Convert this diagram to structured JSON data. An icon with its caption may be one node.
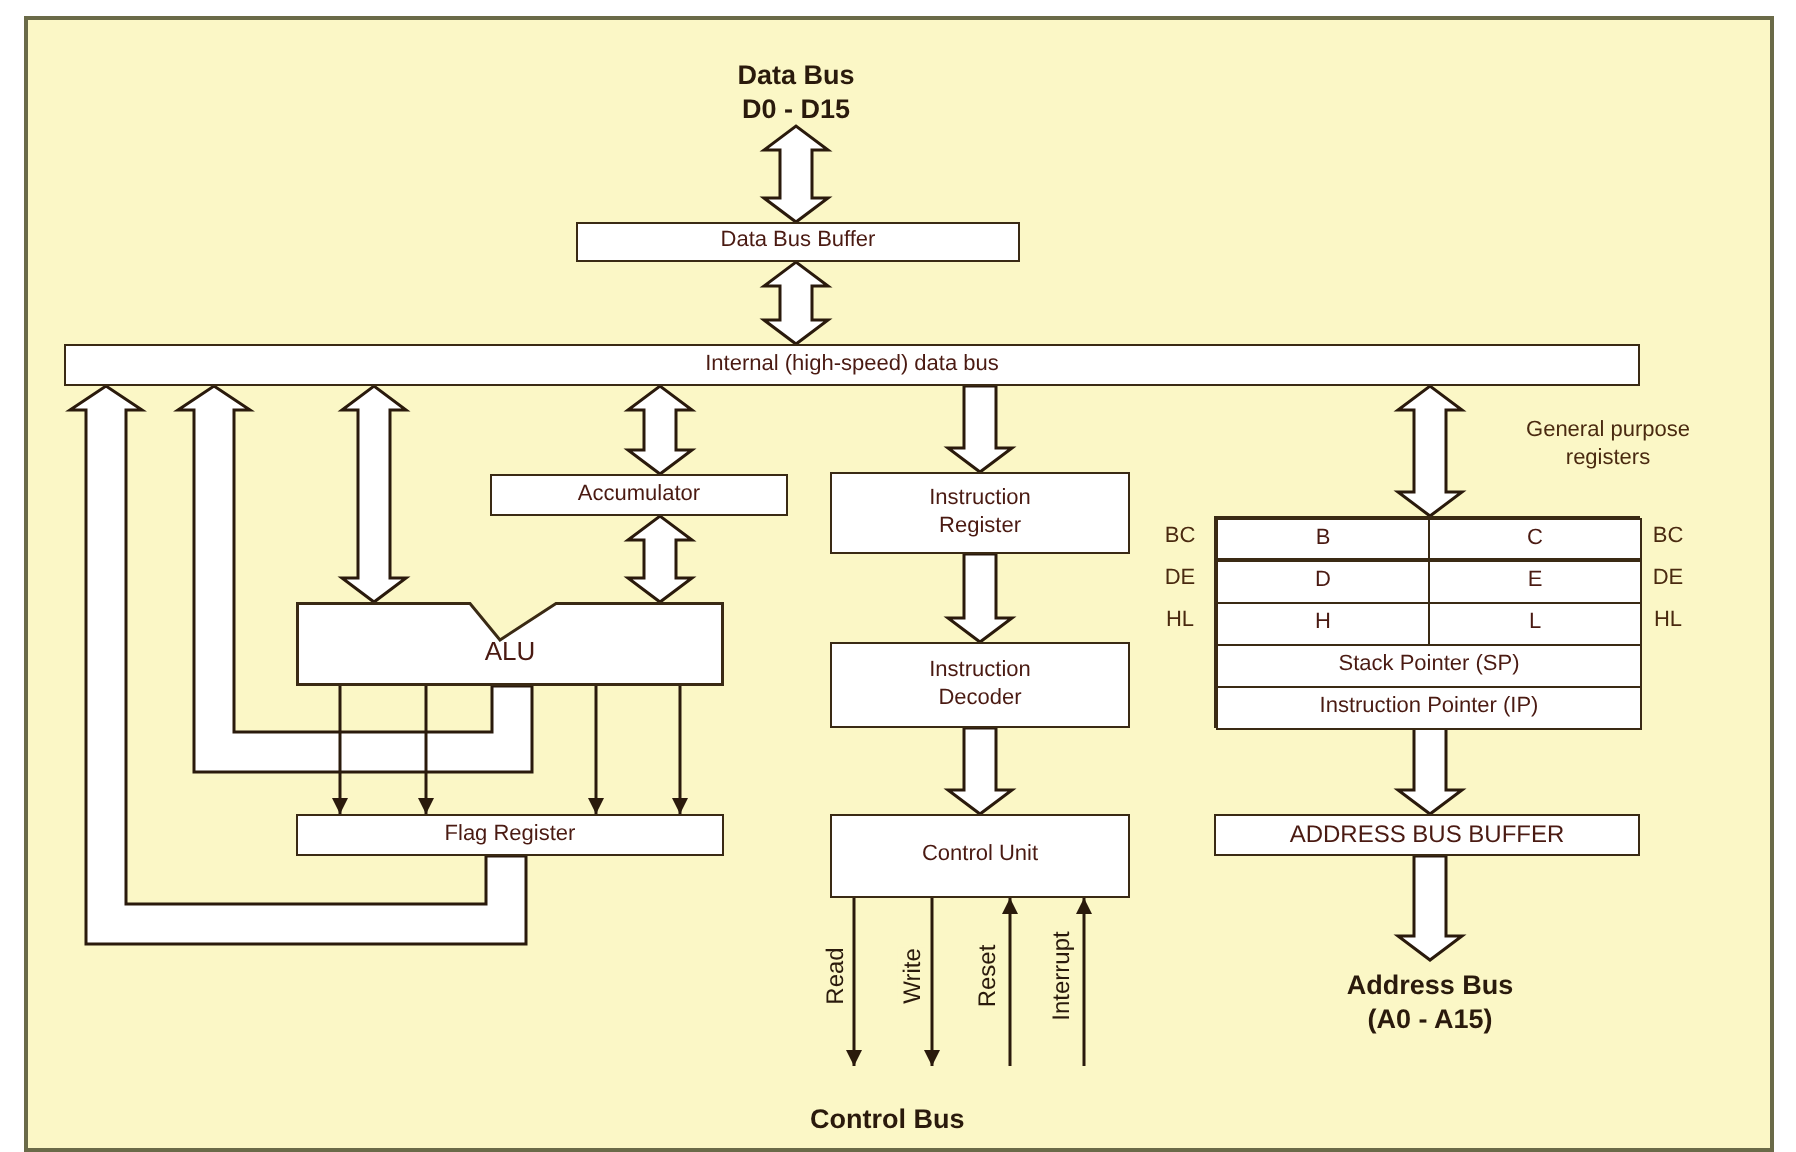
{
  "diagram": {
    "nodes": [
      {
        "text": [
          "Data Bus D0 - D15"
        ]
      },
      {
        "text": [
          "Data Bus Buffer"
        ]
      },
      {
        "text": [
          "Internal (high-speed) data bus"
        ]
      },
      {
        "text": [
          "Accumulator"
        ]
      },
      {
        "text": [
          "ALU"
        ]
      },
      {
        "text": [
          "Flag Register"
        ]
      },
      {
        "text": [
          "Instruction Register"
        ]
      },
      {
        "text": [
          "Instruction Decoder"
        ]
      },
      {
        "text": [
          "Control Unit"
        ]
      },
      {
        "text": [
          "Control Bus"
        ]
      },
      {
        "text": [],
        "shape": "box"
      },
      {
        "text": [
          "B"
        ],
        "in": 10
      },
      {
        "text": [
          "C"
        ],
        "in": 10
      },
      {
        "text": [
          "D"
        ],
        "in": 10
      },
      {
        "text": [
          "E"
        ],
        "in": 10
      },
      {
        "text": [
          "H"
        ],
        "in": 10
      },
      {
        "text": [
          "L"
        ],
        "in": 10
      },
      {
        "text": [
          "Stack Pointer (SP)"
        ],
        "in": 10
      },
      {
        "text": [
          "Instruction Pointer (IP)"
        ],
        "in": 10
      },
      {
        "text": [
          "ADDRESS BUS BUFFER"
        ]
      },
      {
        "text": [
          "Address Bus (A0 - A15)"
        ]
      }
    ],
    "edges": [
      {
        "from": 0,
        "to": 1,
        "arrow": "both",
        "style": "thick"
      },
      {
        "from": 1,
        "to": 2,
        "arrow": "both",
        "style": "thick"
      },
      {
        "from": 2,
        "to": 4,
        "arrow": "both",
        "style": "thick"
      },
      {
        "from": 2,
        "to": 3,
        "arrow": "both",
        "style": "thick"
      },
      {
        "from": 3,
        "to": 4,
        "arrow": "both",
        "style": "thick"
      },
      {
        "from": 4,
        "to": 2,
        "arrow": "to",
        "style": "thick"
      },
      {
        "from": 5,
        "to": 2,
        "arrow": "to",
        "style": "thick"
      },
      {
        "from": 4,
        "to": 5,
        "arrow": "to"
      },
      {
        "from": 4,
        "to": 5,
        "arrow": "to"
      },
      {
        "from": 4,
        "to": 5,
        "arrow": "to"
      },
      {
        "from": 4,
        "to": 5,
        "arrow": "to"
      },
      {
        "from": 2,
        "to": 6,
        "arrow": "to",
        "style": "thick"
      },
      {
        "from": 6,
        "to": 7,
        "arrow": "to",
        "style": "thick"
      },
      {
        "from": 7,
        "to": 8,
        "arrow": "to",
        "style": "thick"
      },
      {
        "from": 8,
        "to": 9,
        "arrow": "to",
        "label": "Read"
      },
      {
        "from": 8,
        "to": 9,
        "arrow": "to",
        "label": "Write"
      },
      {
        "from": 9,
        "to": 8,
        "arrow": "to",
        "label": "Reset"
      },
      {
        "from": 9,
        "to": 8,
        "arrow": "to",
        "label": "Interrupt"
      },
      {
        "from": 2,
        "to": 10,
        "arrow": "both",
        "style": "thick"
      },
      {
        "from": 10,
        "to": 19,
        "arrow": "to",
        "style": "thick"
      },
      {
        "from": 19,
        "to": 20,
        "arrow": "to",
        "style": "thick"
      }
    ],
    "labels": [
      "General purpose registers",
      "BC",
      "BC",
      "DE",
      "DE",
      "HL",
      "HL"
    ]
  }
}
